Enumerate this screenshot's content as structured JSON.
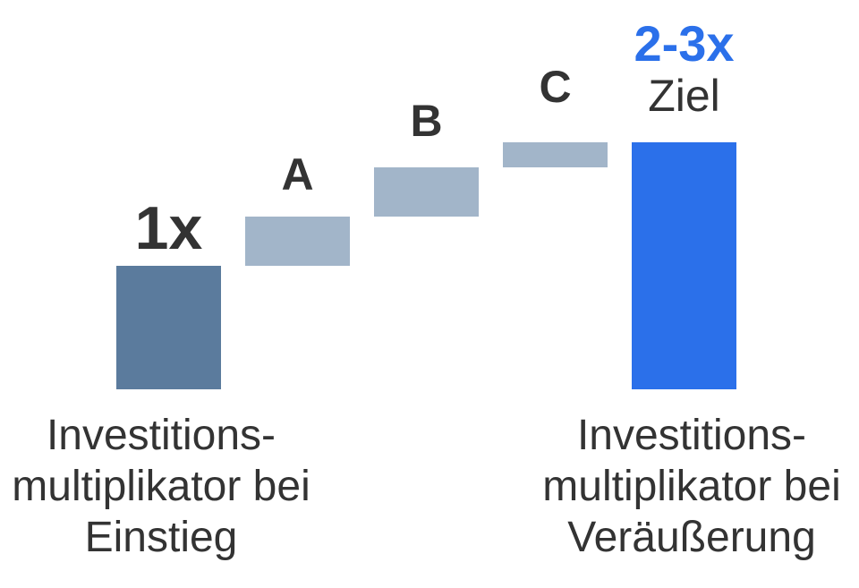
{
  "colors": {
    "background": "#ffffff",
    "bar_dark": "#5b7b9d",
    "bar_light": "#a2b5c9",
    "bar_accent": "#2b70ea",
    "text_dark": "#333333",
    "text_accent": "#2b70ea"
  },
  "chart_data": {
    "type": "bar",
    "variant": "waterfall",
    "value_unit": "investment multiple (x)",
    "ylim": [
      0,
      2.2
    ],
    "axes_visible": false,
    "grid": false,
    "legend": null,
    "categories": [
      "1x",
      "A",
      "B",
      "C",
      "2-3x Ziel"
    ],
    "bars": [
      {
        "id": "entry",
        "label": "1x",
        "sublabel": "",
        "start": 0.0,
        "end": 1.0,
        "delta": 1.0,
        "color": "bar_dark",
        "label_color": "text_dark"
      },
      {
        "id": "step-a",
        "label": "A",
        "sublabel": "",
        "start": 1.0,
        "end": 1.4,
        "delta": 0.4,
        "color": "bar_light",
        "label_color": "text_dark"
      },
      {
        "id": "step-b",
        "label": "B",
        "sublabel": "",
        "start": 1.4,
        "end": 1.8,
        "delta": 0.4,
        "color": "bar_light",
        "label_color": "text_dark"
      },
      {
        "id": "step-c",
        "label": "C",
        "sublabel": "",
        "start": 1.8,
        "end": 2.0,
        "delta": 0.2,
        "color": "bar_light",
        "label_color": "text_dark"
      },
      {
        "id": "target",
        "label": "2-3x",
        "sublabel": "Ziel",
        "start": 0.0,
        "end": 2.0,
        "delta": 2.0,
        "color": "bar_accent",
        "label_color": "text_accent"
      }
    ],
    "captions": [
      {
        "anchor": "entry",
        "lines": [
          "Investitions-",
          "multiplikator bei",
          "Einstieg"
        ]
      },
      {
        "anchor": "target",
        "lines": [
          "Investitions-",
          "multiplikator bei",
          "Veräußerung"
        ]
      }
    ]
  }
}
